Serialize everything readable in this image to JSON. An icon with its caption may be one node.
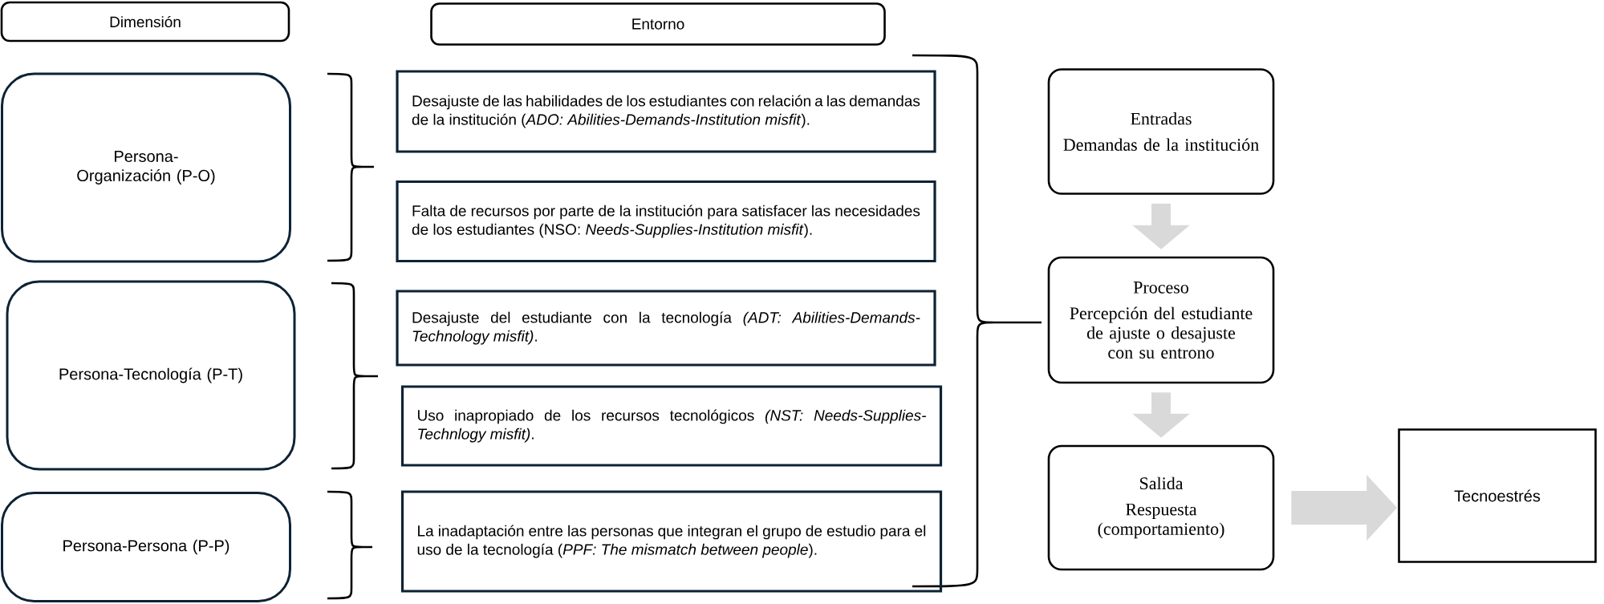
{
  "diagram": {
    "nodes": [
      {
        "text": [
          "Dimensión"
        ]
      },
      {
        "text": [
          "Entorno"
        ]
      },
      {
        "text": [
          "Persona-Organización (P-O)"
        ]
      },
      {
        "text": [
          "Persona-Tecnología (P-T)"
        ]
      },
      {
        "text": [
          "Persona-Persona (P-P)"
        ]
      },
      {
        "text": [
          "Desajuste de las habilidades de los estudiantes con relación a las demandas de la institución (*ADO: Abilities-Demands-Institution misfit*)."
        ]
      },
      {
        "text": [
          "Falta de recursos por parte de la institución para satisfacer las necesidades de los estudiantes (NSO: *Needs-Supplies-Institution misfit*)."
        ]
      },
      {
        "text": [
          "Desajuste del estudiante con la tecnología *(ADT: Abilities-Demands-Technology misfit)*."
        ]
      },
      {
        "text": [
          "Uso inapropiado de los recursos tecnológicos *(NST: Needs-Supplies-Technlogy misfit)*."
        ]
      },
      {
        "text": [
          "La inadaptación entre las personas que integran el grupo de estudio para el uso de la tecnología (*PPF: The mismatch between people*)."
        ]
      },
      {
        "text": [
          "Entradas",
          "Demandas de la institución"
        ]
      },
      {
        "text": [
          "Proceso",
          "Percepción del estudiante de ajuste o desajuste con su entrono"
        ]
      },
      {
        "text": [
          "Salida",
          "Respuesta (comportamiento)"
        ]
      },
      {
        "text": [
          "Tecnoestrés"
        ]
      }
    ],
    "edges": [
      {
        "from": 10,
        "to": 11,
        "arrow": "to"
      },
      {
        "from": 11,
        "to": 12,
        "arrow": "to"
      },
      {
        "from": 12,
        "to": 13,
        "arrow": "to"
      }
    ]
  }
}
